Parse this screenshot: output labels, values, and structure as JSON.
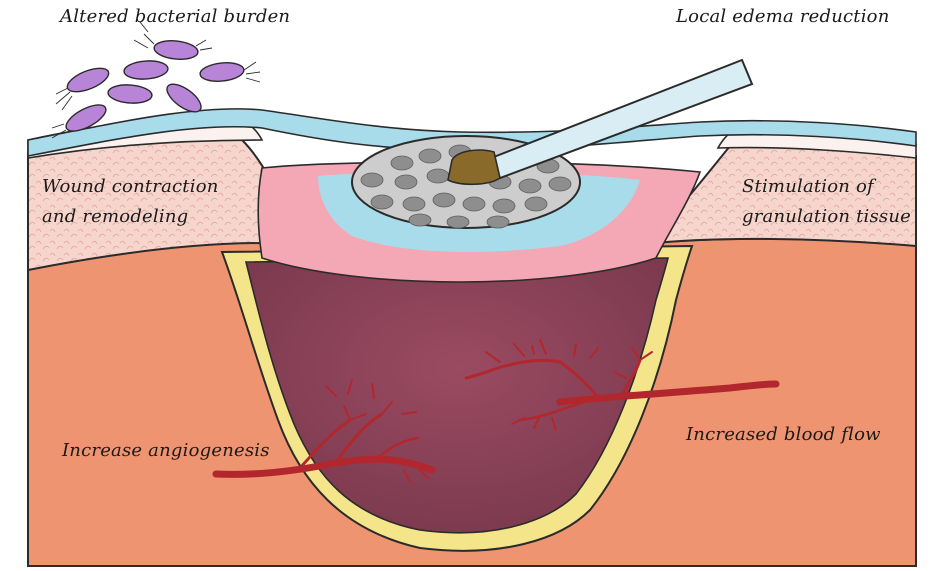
{
  "labels": {
    "bacterial_burden": "Altered bacterial burden",
    "edema_reduction": "Local edema reduction",
    "wound_contraction": [
      "Wound contraction",
      "and remodeling"
    ],
    "granulation": [
      "Stimulation of",
      "granulation tissue"
    ],
    "angiogenesis": "Increase angiogenesis",
    "blood_flow": "Increased blood flow"
  },
  "colors": {
    "tissue": "#ef9470",
    "skin": "#f6d6cc",
    "edema_layer": "#a9dceb",
    "granulation_layer": "#f4a7b4",
    "wound_bed": "#8d4559",
    "wound_rim": "#f5e58a",
    "foam": "#cdcdcd",
    "foam_cell": "#8e8e8e",
    "vessel": "#b2272d",
    "bacteria": "#b884d8",
    "tube": "#d8edf4",
    "tube_connector": "#8a6a2a"
  }
}
